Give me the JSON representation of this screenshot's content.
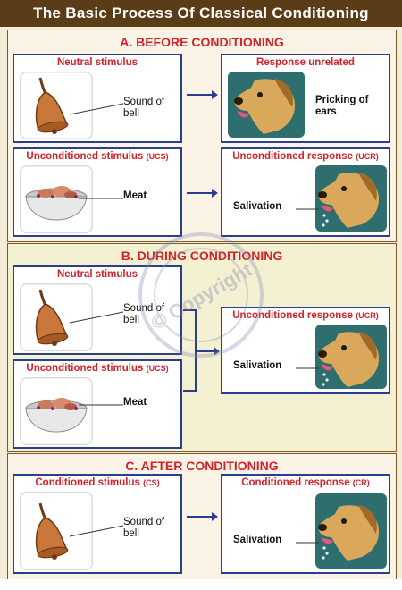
{
  "title": "The Basic Process Of Classical Conditioning",
  "sections": {
    "before": {
      "heading": "A. BEFORE CONDITIONING",
      "neutral_label": "Neutral stimulus",
      "neutral_desc": "Sound of bell",
      "response_label": "Response unrelated",
      "response_desc": "Pricking of ears",
      "ucs_label": "Unconditioned stimulus",
      "ucs_tag": "(UCS)",
      "ucs_desc": "Meat",
      "ucr_label": "Unconditioned response",
      "ucr_tag": "(UCR)",
      "ucr_desc": "Salivation"
    },
    "during": {
      "heading": "B. DURING CONDITIONING",
      "neutral_label": "Neutral stimulus",
      "neutral_desc": "Sound of bell",
      "ucs_label": "Unconditioned stimulus",
      "ucs_tag": "(UCS)",
      "ucs_desc": "Meat",
      "ucr_label": "Unconditioned response",
      "ucr_tag": "(UCR)",
      "ucr_desc": "Salivation"
    },
    "after": {
      "heading": "C. AFTER CONDITIONING",
      "cs_label": "Conditioned stimulus",
      "cs_tag": "(CS)",
      "cs_desc": "Sound of bell",
      "cr_label": "Conditioned response",
      "cr_tag": "(CR)",
      "cr_desc": "Salivation"
    }
  },
  "watermark_text": "© Copyright",
  "colors": {
    "title_bg": "#5a3d17",
    "heading": "#d2232a",
    "box_border": "#2b3f8f",
    "arrow": "#2b3f8f",
    "dog_bg": "#2e6e6e"
  }
}
